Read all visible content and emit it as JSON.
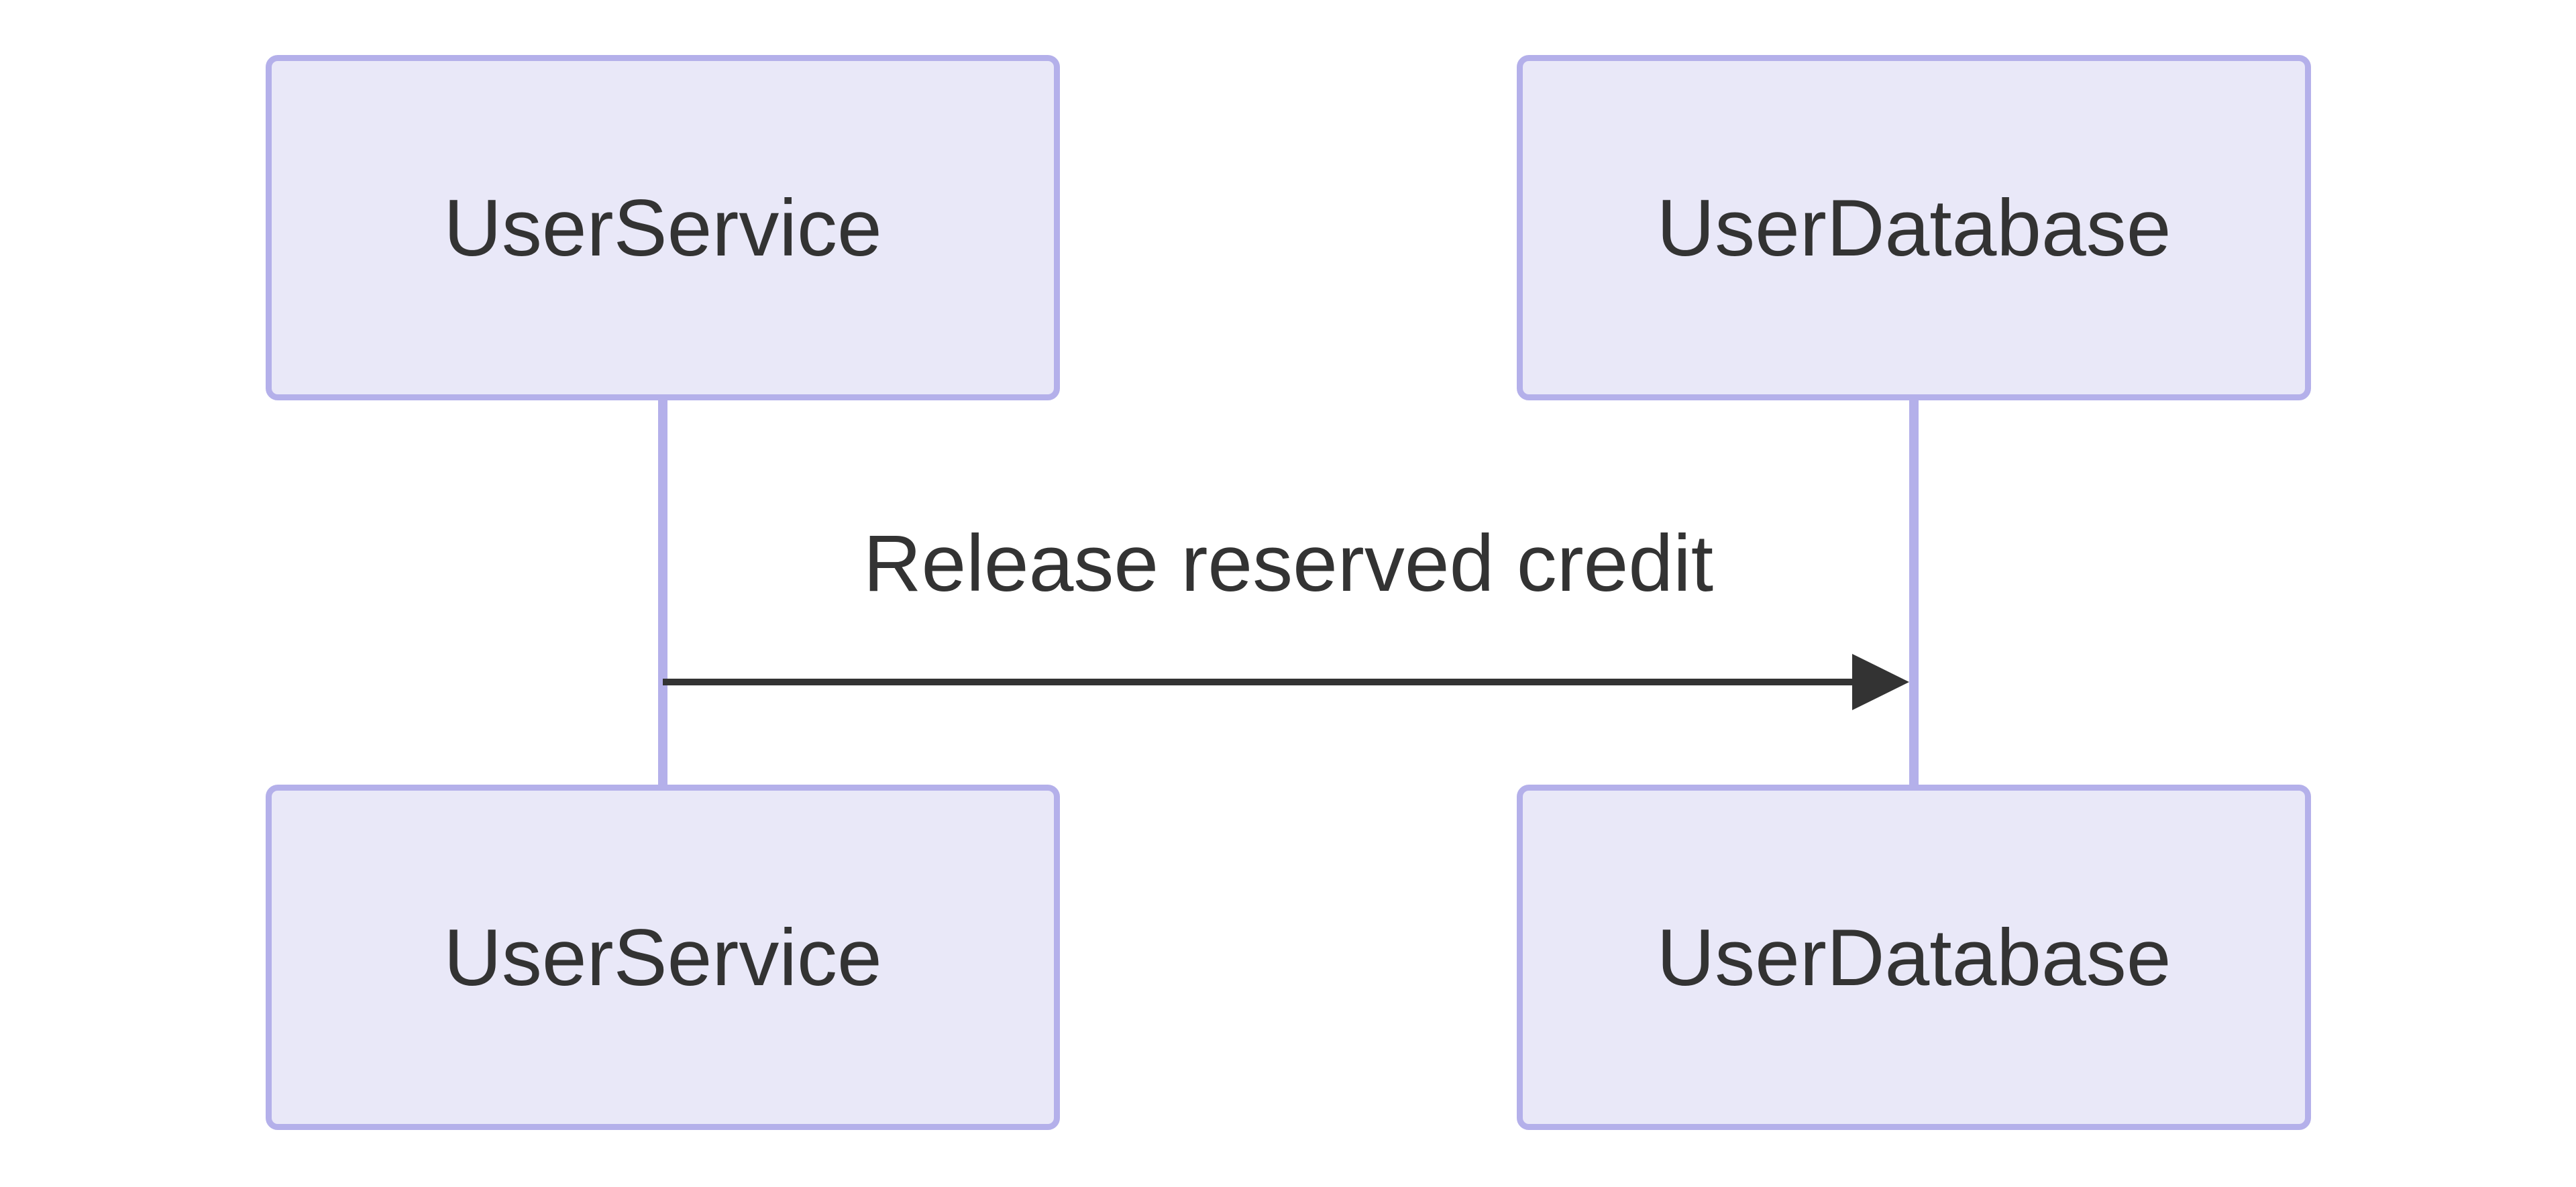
{
  "diagram": {
    "type": "sequence-diagram",
    "participants": [
      {
        "name": "UserService"
      },
      {
        "name": "UserDatabase"
      }
    ],
    "messages": [
      {
        "from": "UserService",
        "to": "UserDatabase",
        "label": "Release reserved credit",
        "arrow_style": "solid-line-filled-arrowhead",
        "direction": "left-to-right"
      }
    ],
    "colors": {
      "background": "#FFFFFF",
      "actor_fill": "#E9E8F8",
      "actor_border": "#B4B0EA",
      "lifeline": "#B4B0EA",
      "message_text": "#333333",
      "arrow": "#333333",
      "actor_text": "#333333"
    }
  }
}
